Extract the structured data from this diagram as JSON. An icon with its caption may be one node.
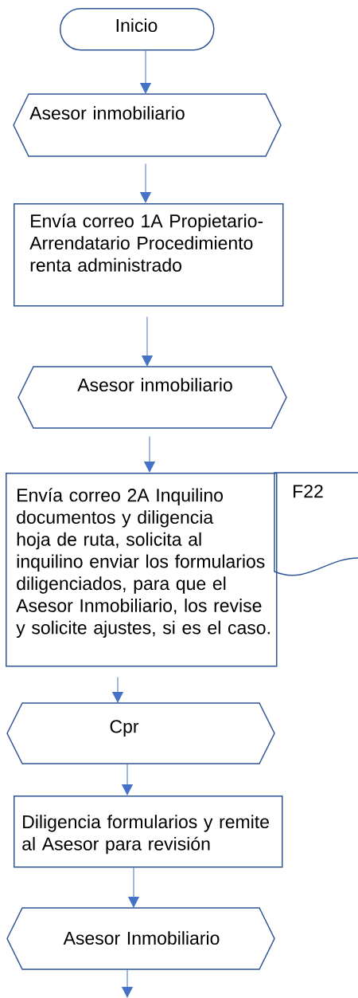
{
  "diagram": {
    "nodes": [
      {
        "text": [
          "Inicio"
        ]
      },
      {
        "text": [
          "Asesor inmobiliario"
        ]
      },
      {
        "text": [
          "Envía correo 1A Propietario-Arrendatario Procedimiento renta administrado"
        ]
      },
      {
        "text": [
          "Asesor inmobiliario"
        ]
      },
      {
        "text": [
          "Envía correo 2A Inquilino documentos y diligencia hoja de ruta, solicita al inquilino enviar los formularios diligenciados, para que el Asesor Inmobiliario, los revise y solicite ajustes, si es el caso."
        ]
      },
      {
        "text": [
          "F22"
        ]
      },
      {
        "text": [
          "Cpr"
        ]
      },
      {
        "text": [
          "Diligencia formularios y remite al Asesor para revisión"
        ]
      },
      {
        "text": [
          "Asesor Inmobiliario"
        ]
      }
    ],
    "edges": [
      {
        "from": 0,
        "to": 1,
        "arrow": "to"
      },
      {
        "from": 1,
        "to": 2,
        "arrow": "to"
      },
      {
        "from": 2,
        "to": 3,
        "arrow": "to"
      },
      {
        "from": 3,
        "to": 4,
        "arrow": "to"
      },
      {
        "from": 4,
        "to": 6,
        "arrow": "to"
      },
      {
        "from": 6,
        "to": 7,
        "arrow": "to"
      },
      {
        "from": 7,
        "to": 8,
        "arrow": "to"
      },
      {
        "from": 8,
        "to": null,
        "arrow": "to"
      }
    ]
  }
}
